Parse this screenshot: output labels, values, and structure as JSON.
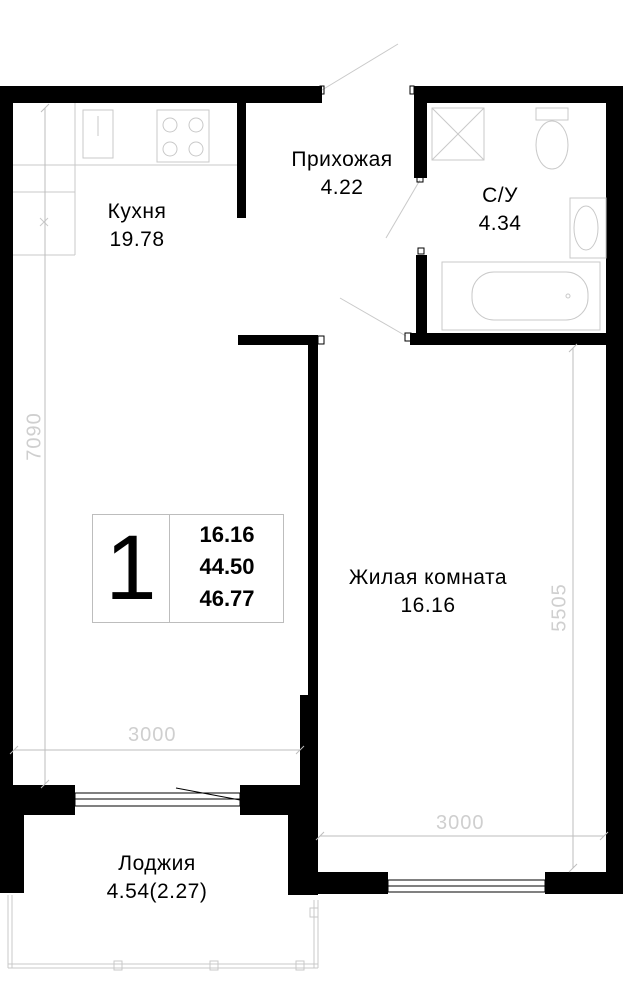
{
  "rooms": {
    "hall": {
      "name": "Прихожая",
      "area": "4.22"
    },
    "bath": {
      "name": "С/У",
      "area": "4.34"
    },
    "kitchen": {
      "name": "Кухня",
      "area": "19.78"
    },
    "living": {
      "name": "Жилая комната",
      "area": "16.16"
    },
    "loggia": {
      "name": "Лоджия",
      "area": "4.54(2.27)"
    }
  },
  "summary": {
    "rooms_count": "1",
    "living_area": "16.16",
    "total_area": "44.50",
    "total_with_loggia": "46.77"
  },
  "dimensions": {
    "kitchen_height": "7090",
    "kitchen_width": "3000",
    "living_height": "5505",
    "living_width": "3000"
  },
  "colors": {
    "wall": "#000000",
    "dimension": "#cfcfcf"
  }
}
